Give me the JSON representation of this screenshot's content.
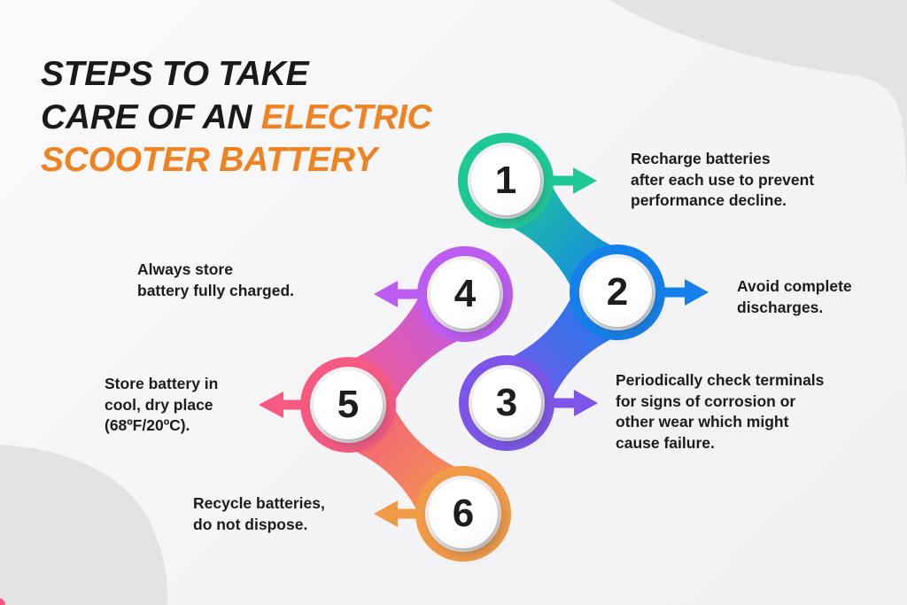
{
  "title": {
    "line1": "STEPS TO TAKE",
    "line2_black": "CARE OF AN ",
    "line2_orange": "ELECTRIC",
    "line3": "SCOOTER BATTERY",
    "accent_color": "#EF8322",
    "text_color": "#1A1A1A"
  },
  "background": {
    "base": "#F5F5F6",
    "blob_color": "#E3E3E6"
  },
  "steps": [
    {
      "number": "1",
      "color": "#1FC997",
      "direction": "right",
      "text": "Recharge batteries\nafter each use to prevent\nperformance decline."
    },
    {
      "number": "2",
      "color": "#1480EA",
      "direction": "right",
      "text": "Avoid complete\ndischarges."
    },
    {
      "number": "3",
      "color": "#7D55E8",
      "direction": "right",
      "text": "Periodically check terminals\nfor signs of corrosion or\nother wear which might\ncause failure."
    },
    {
      "number": "4",
      "color": "#BD5CF0",
      "direction": "left",
      "text": "Always store\nbattery fully charged."
    },
    {
      "number": "5",
      "color": "#F65A82",
      "direction": "left",
      "text": "Store battery in\ncool, dry place\n(68ºF/20ºC)."
    },
    {
      "number": "6",
      "color": "#F09A48",
      "direction": "left",
      "text": "Recycle batteries,\ndo not dispose."
    }
  ]
}
